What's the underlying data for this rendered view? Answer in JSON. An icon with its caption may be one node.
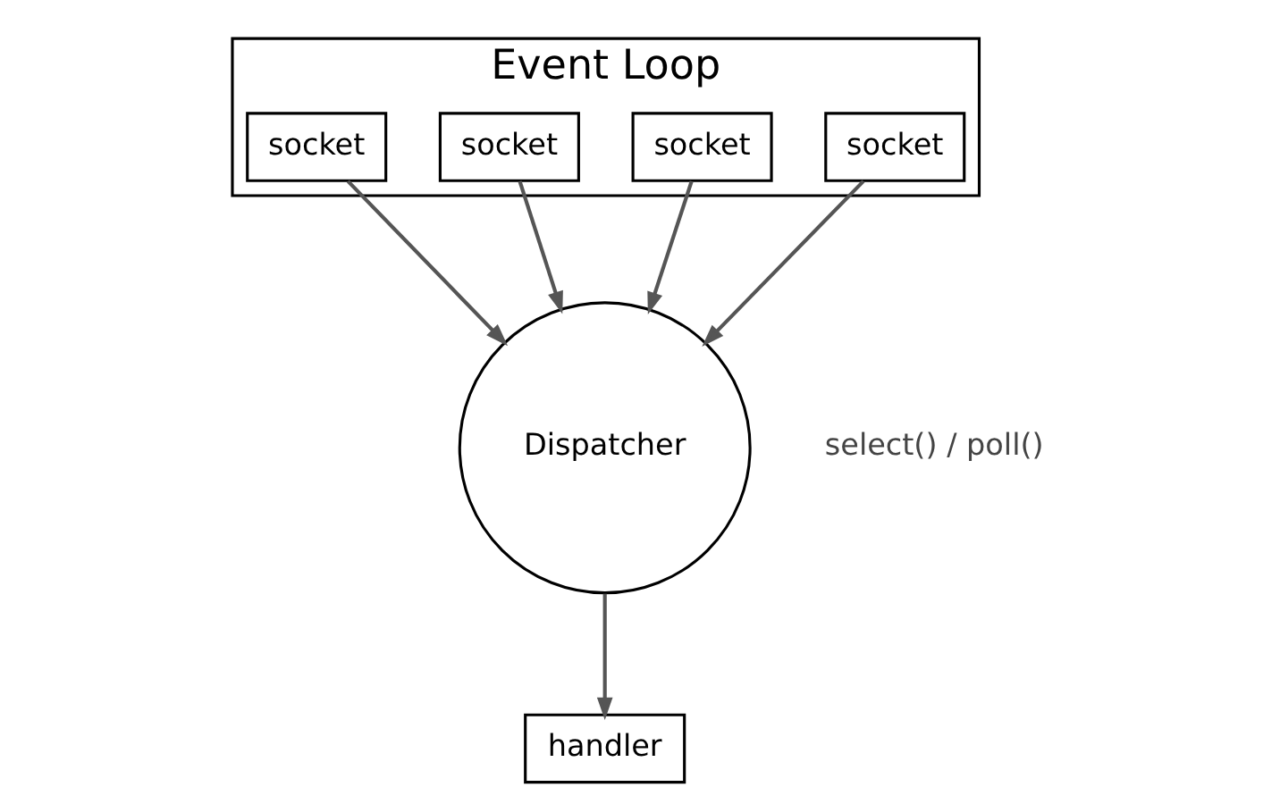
{
  "diagram": {
    "nodes": [
      {
        "text": [
          "Event Loop"
        ]
      },
      {
        "text": [
          "socket"
        ],
        "in": 0
      },
      {
        "text": [
          "socket"
        ],
        "in": 0
      },
      {
        "text": [
          "socket"
        ],
        "in": 0
      },
      {
        "text": [
          "socket"
        ],
        "in": 0
      },
      {
        "text": [
          "Dispatcher"
        ]
      },
      {
        "text": [
          "handler"
        ]
      }
    ],
    "edges": [
      {
        "from": 1,
        "to": 5,
        "arrow": "to"
      },
      {
        "from": 2,
        "to": 5,
        "arrow": "to"
      },
      {
        "from": 3,
        "to": 5,
        "arrow": "to"
      },
      {
        "from": 4,
        "to": 5,
        "arrow": "to"
      },
      {
        "from": 5,
        "to": 6,
        "arrow": "to"
      }
    ],
    "labels": [
      "select() / poll()"
    ]
  }
}
